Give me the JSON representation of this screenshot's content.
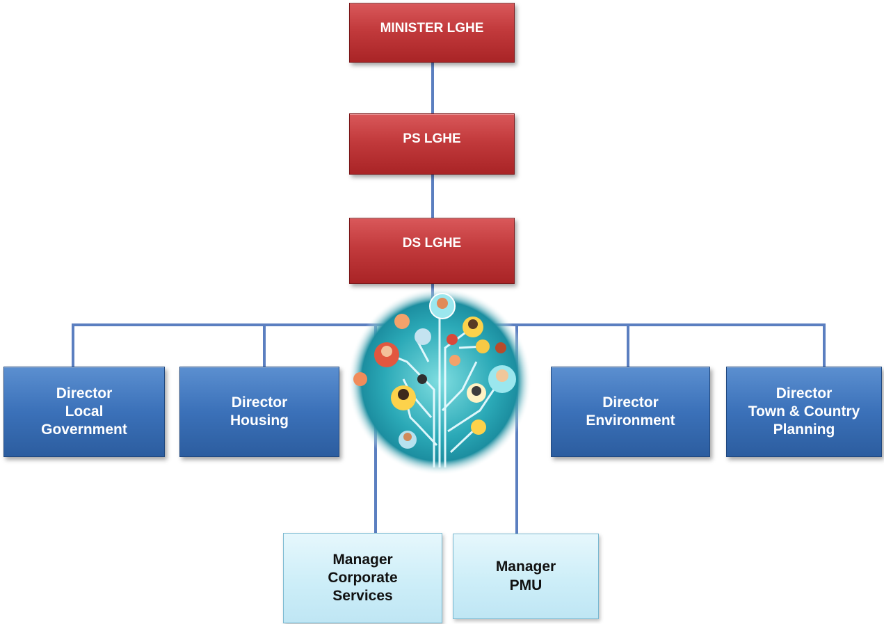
{
  "colors": {
    "executive": "#c23a3c",
    "director": "#3b71b9",
    "manager": "#cdeef8",
    "connector": "#5b7fc0"
  },
  "executives": {
    "minister": "MINISTER LGHE",
    "ps": "PS LGHE",
    "ds": "DS LGHE"
  },
  "directors": [
    {
      "lines": [
        "Director",
        "Local",
        "Government"
      ]
    },
    {
      "lines": [
        "Director",
        "Housing"
      ]
    },
    {
      "lines": [
        "Director",
        "Environment"
      ]
    },
    {
      "lines": [
        "Director",
        "Town & Country",
        "Planning"
      ]
    }
  ],
  "managers": [
    {
      "lines": [
        "Manager",
        "Corporate",
        "Services"
      ]
    },
    {
      "lines": [
        "Manager",
        "PMU"
      ]
    }
  ],
  "illustration": {
    "icon": "people-network-tree-icon"
  }
}
